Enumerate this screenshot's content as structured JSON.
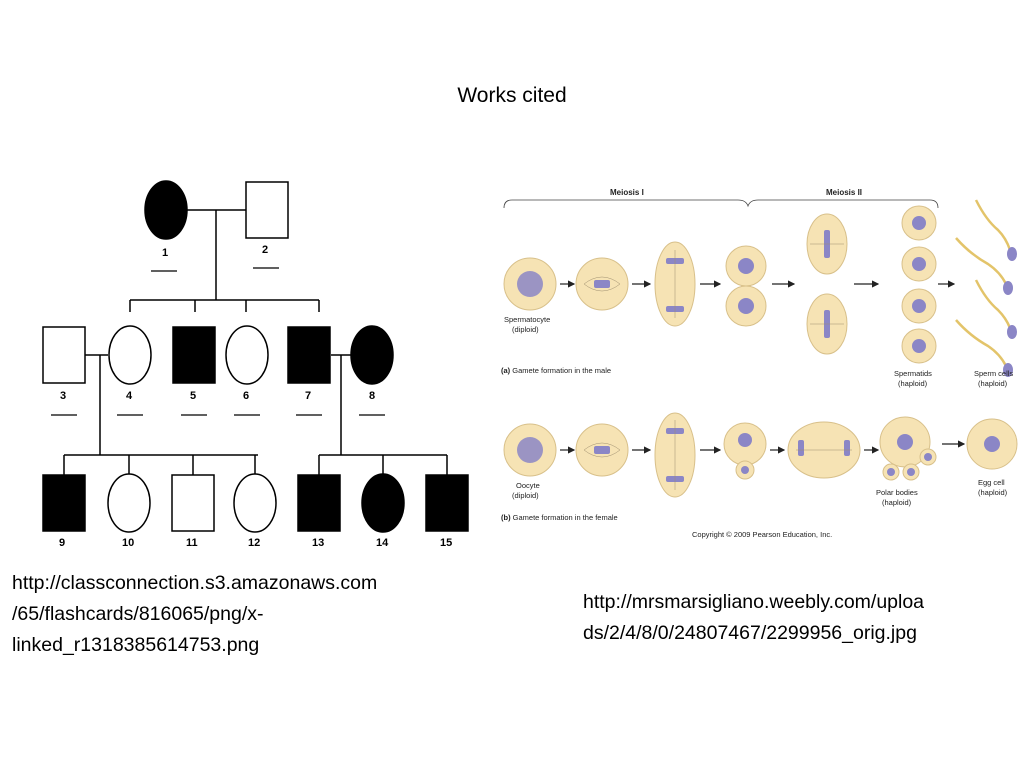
{
  "slide": {
    "title": "Works cited"
  },
  "pedigree": {
    "individuals": [
      {
        "id": "1",
        "sex": "female",
        "affected": true
      },
      {
        "id": "2",
        "sex": "male",
        "affected": false
      },
      {
        "id": "3",
        "sex": "male",
        "affected": false
      },
      {
        "id": "4",
        "sex": "female",
        "affected": false
      },
      {
        "id": "5",
        "sex": "male",
        "affected": true
      },
      {
        "id": "6",
        "sex": "female",
        "affected": false
      },
      {
        "id": "7",
        "sex": "male",
        "affected": true
      },
      {
        "id": "8",
        "sex": "female",
        "affected": true
      },
      {
        "id": "9",
        "sex": "male",
        "affected": true
      },
      {
        "id": "10",
        "sex": "female",
        "affected": false
      },
      {
        "id": "11",
        "sex": "male",
        "affected": false
      },
      {
        "id": "12",
        "sex": "female",
        "affected": false
      },
      {
        "id": "13",
        "sex": "male",
        "affected": true
      },
      {
        "id": "14",
        "sex": "female",
        "affected": true
      },
      {
        "id": "15",
        "sex": "male",
        "affected": true
      }
    ]
  },
  "meiosis": {
    "meiosis1": "Meiosis I",
    "meiosis2": "Meiosis II",
    "spermatocyte": "Spermatocyte",
    "spermatocyte_ploidy": "(diploid)",
    "male_caption_letter": "(a)",
    "male_caption": " Gamete formation in the male",
    "spermatids": "Spermatids",
    "spermatids_ploidy": "(haploid)",
    "sperm_cells": "Sperm cells",
    "sperm_ploidy": "(haploid)",
    "oocyte": "Oocyte",
    "oocyte_ploidy": "(diploid)",
    "female_caption_letter": "(b)",
    "female_caption": " Gamete formation in the female",
    "polar_bodies": "Polar bodies",
    "polar_ploidy": "(haploid)",
    "egg_cell": "Egg cell",
    "egg_ploidy": "(haploid)",
    "copyright": "Copyright © 2009 Pearson Education, Inc.",
    "colors": {
      "cell_fill": "#f6e3b4",
      "cell_stroke": "#d8c08a",
      "chromatin": "#8b86c6",
      "spindle": "#a09070"
    }
  },
  "citations": {
    "left": "http://classconnection.s3.amazonaws.com\n/65/flashcards/816065/png/x-\nlinked_r1318385614753.png",
    "right": "http://mrsmarsigliano.weebly.com/uploa\nds/2/4/8/0/24807467/2299956_orig.jpg"
  }
}
